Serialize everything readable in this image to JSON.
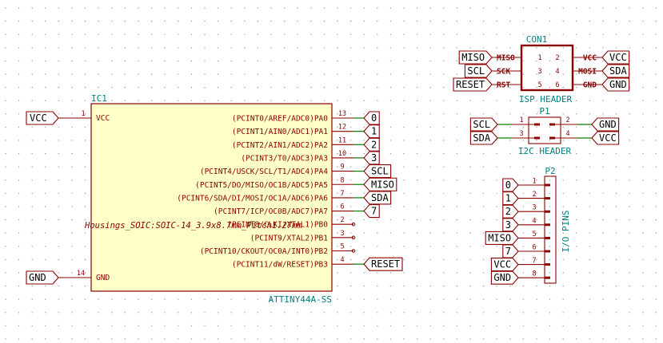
{
  "colors": {
    "wire": "#008000",
    "symbol": "#8b0000",
    "ic_fill": "#ffffc8",
    "reference_text": "#008080",
    "grid_dot": "#9a9a9a"
  },
  "ic1": {
    "ref": "IC1",
    "value": "ATTINY44A-SS",
    "footprint": "Housings_SOIC:SOIC-14_3.9x8.7mm_Pitch1.27mm",
    "vcc_label": "VCC",
    "vcc_pin_name": "VCC",
    "vcc_pin_num": "1",
    "gnd_label": "GND",
    "gnd_pin_name": "GND",
    "gnd_pin_num": "14",
    "pins": [
      {
        "name": "(PCINT0/AREF/ADC0)PA0",
        "num": "13",
        "label": "0"
      },
      {
        "name": "(PCINT1/AIN0/ADC1)PA1",
        "num": "12",
        "label": "1"
      },
      {
        "name": "(PCINT2/AIN1/ADC2)PA2",
        "num": "11",
        "label": "2"
      },
      {
        "name": "(PCINT3/T0/ADC3)PA3",
        "num": "10",
        "label": "3"
      },
      {
        "name": "(PCINT4/USCK/SCL/T1/ADC4)PA4",
        "num": "9",
        "label": "SCL"
      },
      {
        "name": "(PCINT5/DO/MISO/OC1B/ADC5)PA5",
        "num": "8",
        "label": "MISO"
      },
      {
        "name": "(PCINT6/SDA/DI/MOSI/OC1A/ADC6)PA6",
        "num": "7",
        "label": "SDA"
      },
      {
        "name": "(PCINT7/ICP/OC0B/ADC7)PA7",
        "num": "6",
        "label": "7"
      },
      {
        "name": "(PCINT8/CLKI/XTAL1)PB0",
        "num": "2",
        "label": ""
      },
      {
        "name": "(PCINT9/XTAL2)PB1",
        "num": "3",
        "label": ""
      },
      {
        "name": "(PCINT10/CKOUT/OC0A/INT0)PB2",
        "num": "5",
        "label": ""
      },
      {
        "name": "(PCINT11/dW/RESET)PB3",
        "num": "4",
        "label": "RESET"
      }
    ]
  },
  "con1": {
    "ref": "CON1",
    "value": "ISP HEADER",
    "rows": [
      {
        "left_label": "MISO",
        "left_pin": "MISO",
        "left_num": "1",
        "right_num": "2",
        "right_pin": "VCC",
        "right_label": "VCC"
      },
      {
        "left_label": "SCL",
        "left_pin": "SCK",
        "left_num": "3",
        "right_num": "4",
        "right_pin": "MOSI",
        "right_label": "SDA"
      },
      {
        "left_label": "RESET",
        "left_pin": "RST",
        "left_num": "5",
        "right_num": "6",
        "right_pin": "GND",
        "right_label": "GND"
      }
    ]
  },
  "p1": {
    "ref": "P1",
    "value": "I2C HEADER",
    "rows": [
      {
        "left_label": "SCL",
        "left_num": "1",
        "right_num": "2",
        "right_label": "GND"
      },
      {
        "left_label": "SDA",
        "left_num": "3",
        "right_num": "4",
        "right_label": "VCC"
      }
    ]
  },
  "p2": {
    "ref": "P2",
    "value": "I/O PINS",
    "pins": [
      {
        "num": "1",
        "label": "0"
      },
      {
        "num": "2",
        "label": "1"
      },
      {
        "num": "3",
        "label": "2"
      },
      {
        "num": "4",
        "label": "3"
      },
      {
        "num": "5",
        "label": "MISO"
      },
      {
        "num": "6",
        "label": "7"
      },
      {
        "num": "7",
        "label": "VCC"
      },
      {
        "num": "8",
        "label": "GND"
      }
    ]
  }
}
